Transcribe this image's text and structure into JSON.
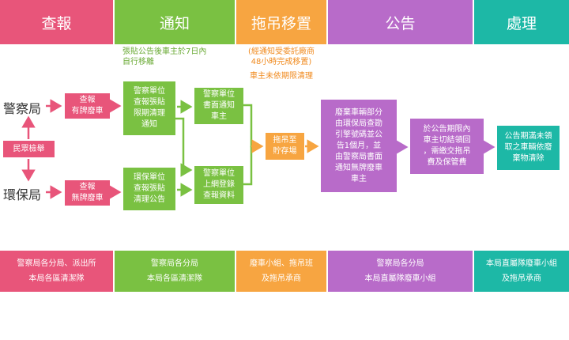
{
  "headers": [
    "查報",
    "通知",
    "拖吊移置",
    "公告",
    "處理"
  ],
  "notes": {
    "notice": "張貼公告後車主於7日內\n自行移離",
    "tow_1": "(經通知受委託廠商\n48小時完成移置)",
    "tow_2": "車主未依期限清理"
  },
  "nodes": {
    "police_station": "警察局",
    "epb": "環保局",
    "citizen_report": "民眾檢舉",
    "check_plated": "查報\n有牌廢車",
    "check_unplated": "查報\n無牌廢車",
    "police_post": "警察單位\n查報張貼\n限期清理\n通知",
    "epb_post": "環保單位\n查報張貼\n清理公告",
    "police_written": "警察單位\n書面通知\n車主",
    "police_online": "警察單位\n上網登錄\n查報資料",
    "tow_storage": "拖吊至\n貯存場",
    "announce": "廢棄車輛部分\n由環保局查勘\n引擎號碼並公\n告1個月，並\n由警察局書面\n通知無牌廢車\n車主",
    "reclaim": "於公告期限內\n車主切結領回\n，需繳交拖吊\n費及保管費",
    "dispose": "公告期滿未領\n取之車輛依廢\n棄物清除"
  },
  "footer": [
    "警察局各分局、派出所\n本局各區清潔隊",
    "警察局各分局\n本局各區清潔隊",
    "廢車小組、拖吊班\n及拖吊承商",
    "警察局各分局\n本局直屬隊廢車小組",
    "本局直屬隊廢車小組\n及拖吊承商"
  ],
  "colors": {
    "pink": "#e8557a",
    "green": "#7ac142",
    "orange": "#f7a541",
    "purple": "#b86bc9",
    "teal": "#1db8a6"
  }
}
